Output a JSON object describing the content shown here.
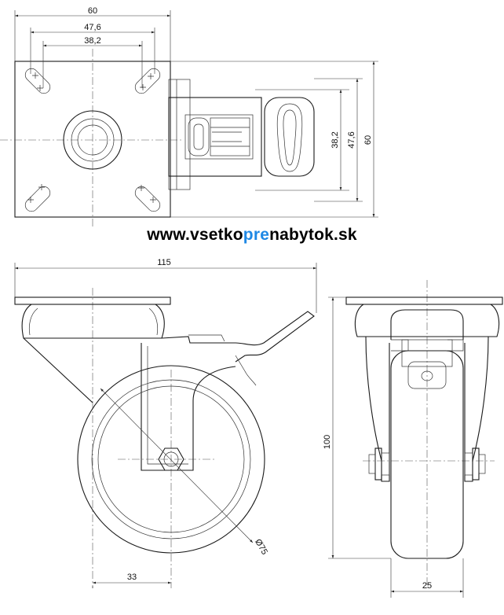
{
  "website": {
    "prefix": "www.vsetko",
    "highlight": "pre",
    "suffix": "nabytok.sk",
    "highlight_color": "#1e88e5",
    "text_color": "#000000"
  },
  "dimensions": {
    "top_plate_width": "60",
    "top_hole_spacing_outer": "47,6",
    "top_hole_spacing_inner": "38,2",
    "right_plate_height": "60",
    "right_hole_spacing_outer": "47,6",
    "right_hole_spacing_inner": "38,2",
    "overall_length": "115",
    "offset": "33",
    "wheel_diameter": "Ø75",
    "overall_height": "100",
    "wheel_width": "25"
  }
}
